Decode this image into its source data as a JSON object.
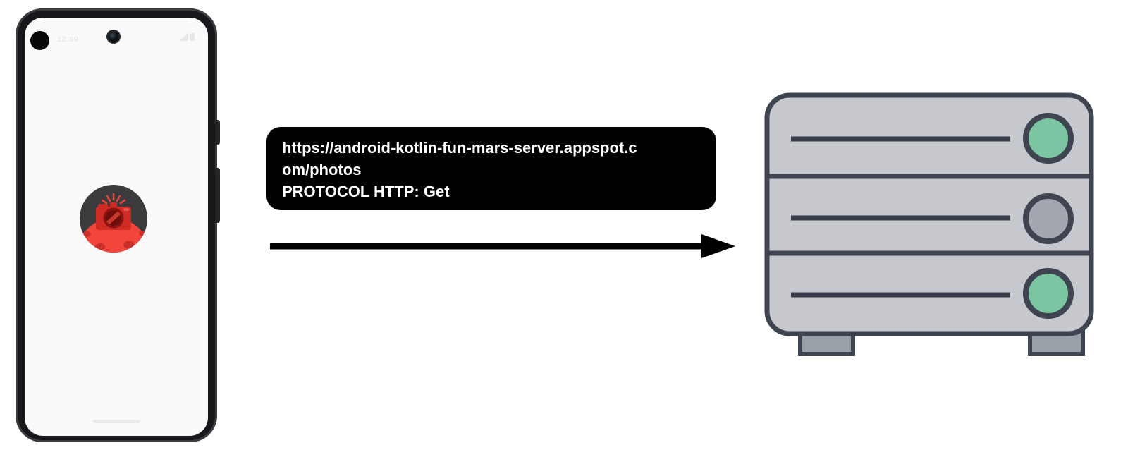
{
  "diagram": {
    "description": "Android app requesting Mars photos from a web server over HTTP"
  },
  "phone": {
    "status_bar": {
      "time": "12:00"
    },
    "app_icon": "mars-photos-app-icon"
  },
  "request_box": {
    "background": "#000000",
    "text_color": "#ffffff",
    "url": "https://android-kotlin-fun-mars-server.appspot.com/photos",
    "protocol": "PROTOCOL HTTP: Get",
    "lines": [
      "https://android-kotlin-fun-mars-server.appspot.c",
      "om/photos",
      "PROTOCOL HTTP: Get"
    ]
  },
  "arrow": {
    "direction": "right",
    "color": "#000000"
  },
  "server": {
    "colors": {
      "body": "#c7c8cd",
      "outline": "#3e4450",
      "line": "#363c47",
      "feet": "#9aa0a8",
      "led_green": "#7cc5a3",
      "led_gray": "#a5a7b0"
    },
    "rows": [
      {
        "led": "green",
        "led_color": "#7cc5a3"
      },
      {
        "led": "gray",
        "led_color": "#a5a7b0"
      },
      {
        "led": "green",
        "led_color": "#7cc5a3"
      }
    ]
  }
}
